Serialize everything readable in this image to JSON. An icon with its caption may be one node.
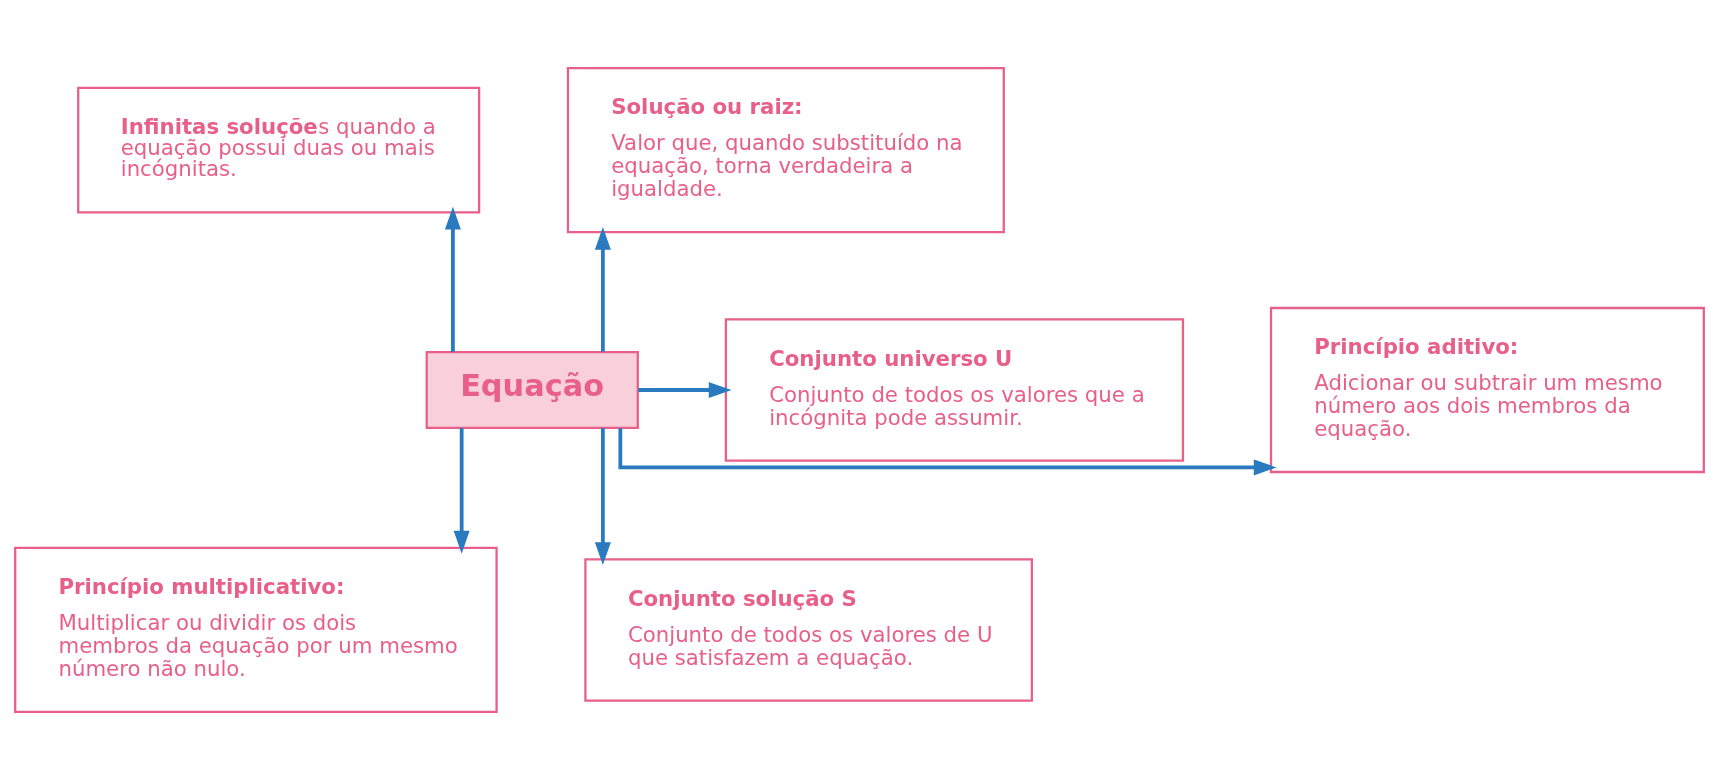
{
  "diagram": {
    "nodes": [
      {
        "text": [
          "Equação"
        ]
      },
      {
        "text": [
          "**Infinitas soluçõe**s quando a equação possui duas ou mais incógnitas."
        ]
      },
      {
        "text": [
          "Solução ou raiz:",
          "Valor que, quando substituído na equação, torna verdadeira a igualdade."
        ]
      },
      {
        "text": [
          "Princípio aditivo:",
          "Adicionar ou subtrair um mesmo número aos dois membros da equação."
        ]
      },
      {
        "text": [
          "Conjunto universo U",
          "Conjunto de todos os valores que a incógnita pode assumir."
        ]
      },
      {
        "text": [
          "Princípio multiplicativo:",
          "Multiplicar ou dividir os dois membros da equação por um mesmo número não nulo."
        ]
      },
      {
        "text": [
          "Conjunto solução S",
          "Conjunto de todos os valores de U que satisfazem a equação."
        ]
      }
    ],
    "edges": [
      {
        "from": 0,
        "to": 1,
        "arrow": "to"
      },
      {
        "from": 0,
        "to": 2,
        "arrow": "to"
      },
      {
        "from": 0,
        "to": 3,
        "arrow": "to"
      },
      {
        "from": 0,
        "to": 4,
        "arrow": "to"
      },
      {
        "from": 0,
        "to": 5,
        "arrow": "to"
      },
      {
        "from": 0,
        "to": 6,
        "arrow": "to"
      }
    ]
  }
}
